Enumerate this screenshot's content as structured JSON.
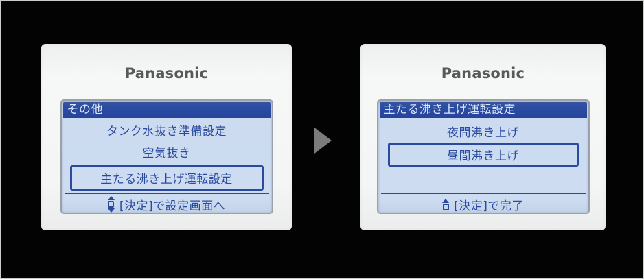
{
  "figure": {
    "description_icon": "right-arrow-step-indicator",
    "background_color": "#000000",
    "frame_border_color": "#c9cdca",
    "arrow_color": "#7b7b7b"
  },
  "colors": {
    "panel_body": "#f4f6f5",
    "lcd_background": "#cddcf0",
    "lcd_header": "#2b4aa2",
    "lcd_text": "#2a4aa0",
    "lcd_header_text": "#dde8f8",
    "logo_text": "#58595b"
  },
  "screens": [
    {
      "logo": "Panasonic",
      "title": "その他",
      "items": [
        {
          "label": "タンク水抜き準備設定",
          "selected": false
        },
        {
          "label": "空気抜き",
          "selected": false
        },
        {
          "label": "主たる沸き上げ運転設定",
          "selected": true
        }
      ],
      "hint": {
        "icon": "up-down-button-icon",
        "text": "[決定]で設定画面へ"
      }
    },
    {
      "logo": "Panasonic",
      "title": "主たる沸き上げ運転設定",
      "items": [
        {
          "label": "夜間沸き上げ",
          "selected": false
        },
        {
          "label": "昼間沸き上げ",
          "selected": true
        }
      ],
      "hint": {
        "icon": "up-button-icon",
        "text": "[決定]で完了"
      }
    }
  ]
}
